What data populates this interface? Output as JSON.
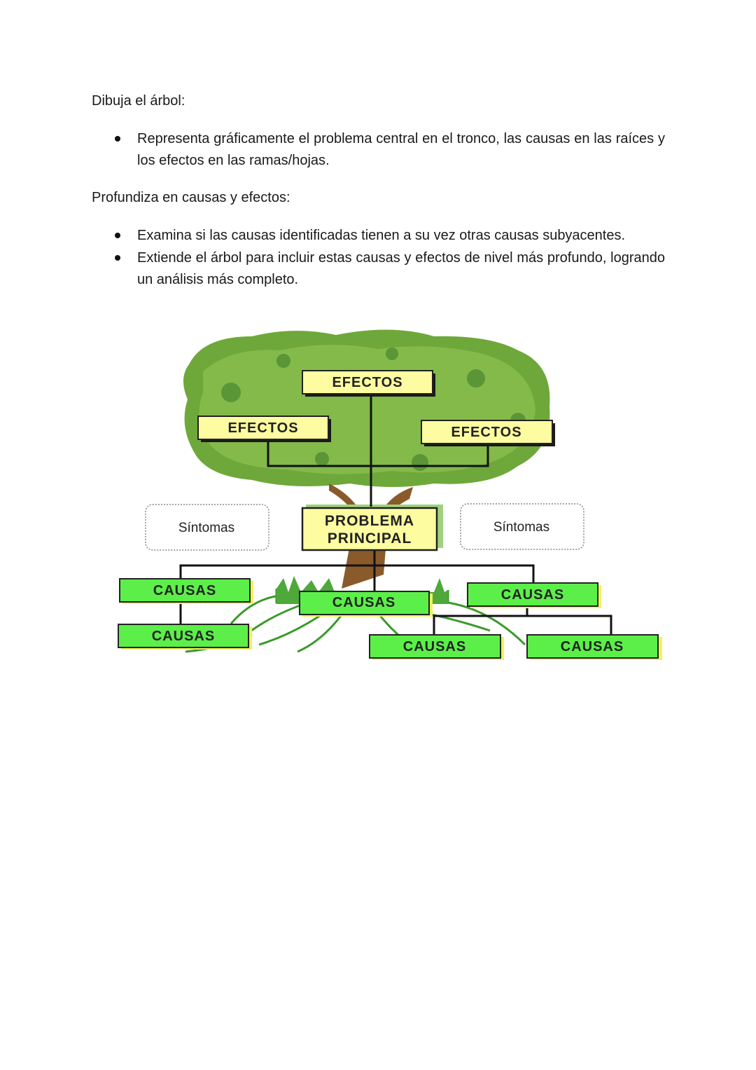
{
  "section1": {
    "heading": "Dibuja el árbol:",
    "bullets": [
      "Representa gráficamente el problema central en el tronco, las causas en las raíces y los efectos en las ramas/hojas."
    ]
  },
  "section2": {
    "heading": "Profundiza en causas y efectos:",
    "bullets": [
      "Examina si las causas identificadas tienen a su vez otras causas subyacentes.",
      "Extiende el árbol para incluir estas causas y efectos de nivel más profundo, logrando un análisis más completo."
    ]
  },
  "tree": {
    "effects": [
      "EFECTOS",
      "EFECTOS",
      "EFECTOS"
    ],
    "problem_line1": "PROBLEMA",
    "problem_line2": "PRINCIPAL",
    "symptoms": [
      "Síntomas",
      "Síntomas"
    ],
    "causes": [
      "CAUSAS",
      "CAUSAS",
      "CAUSAS",
      "CAUSAS",
      "CAUSAS",
      "CAUSAS"
    ],
    "colors": {
      "effect_box": "#fdfca0",
      "cause_box": "#5cef4a",
      "foliage": "#6ea83a",
      "trunk": "#8a5a2b"
    }
  }
}
